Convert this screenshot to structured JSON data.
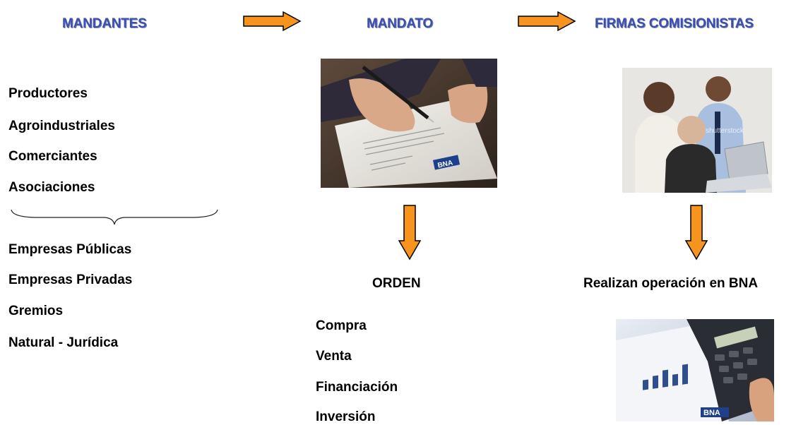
{
  "headers": {
    "mandantes": "MANDANTES",
    "mandato": "MANDATO",
    "firmas": "FIRMAS COMISIONISTAS"
  },
  "mandantes_group1": [
    "Productores",
    "Agroindustriales",
    "Comerciantes",
    "Asociaciones"
  ],
  "mandantes_group2": [
    "Empresas Públicas",
    "Empresas Privadas",
    "Gremios",
    "Natural - Jurídica"
  ],
  "orden": {
    "title": "ORDEN",
    "items": [
      "Compra",
      "Venta",
      "Financiación",
      "Inversión"
    ]
  },
  "firmas_action": "Realizan operación en BNA",
  "logos": {
    "doc": "BNA",
    "calc": "BNA"
  },
  "watermark": "shutterstock",
  "colors": {
    "arrow": "#f7941d",
    "header": "#3a4fb0"
  },
  "icons": [
    "arrow-right-icon",
    "arrow-down-icon",
    "brace-icon"
  ]
}
